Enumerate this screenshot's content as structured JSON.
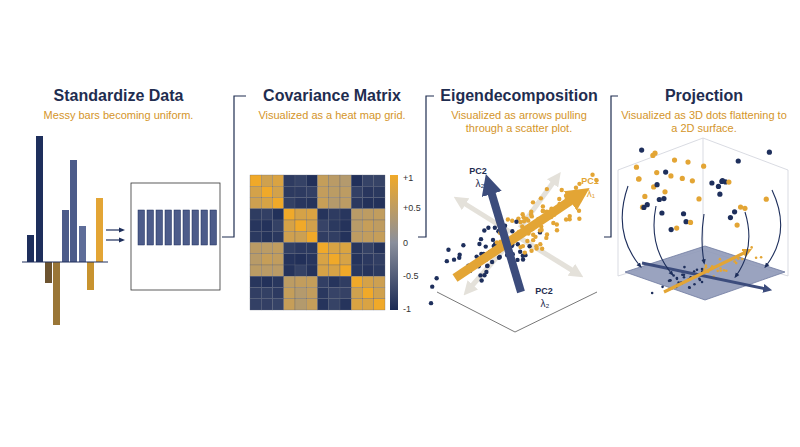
{
  "diagram": {
    "nodes": [
      {
        "text": [
          "Standardize Data",
          "Messy bars becoming uniform."
        ]
      },
      {
        "text": [
          "Covariance Matrix",
          "Visualized as a heat map grid."
        ]
      },
      {
        "text": [
          "Eigendecomposition",
          "Visualized as arrows pulling through a scatter plot."
        ]
      },
      {
        "text": [
          "Projection",
          "Visualized as 3D dots flattening to a 2D surface."
        ]
      }
    ],
    "edges": [
      {
        "from": 0,
        "to": 1,
        "arrow": "none"
      },
      {
        "from": 1,
        "to": 2,
        "arrow": "none"
      },
      {
        "from": 2,
        "to": 3,
        "arrow": "none"
      }
    ],
    "labels": [
      "+1",
      "+0.5",
      "0",
      "-0.5",
      "-1",
      "PC2",
      "λ₂",
      "PC1",
      "λ₁",
      "PC2",
      "λ₂"
    ]
  }
}
